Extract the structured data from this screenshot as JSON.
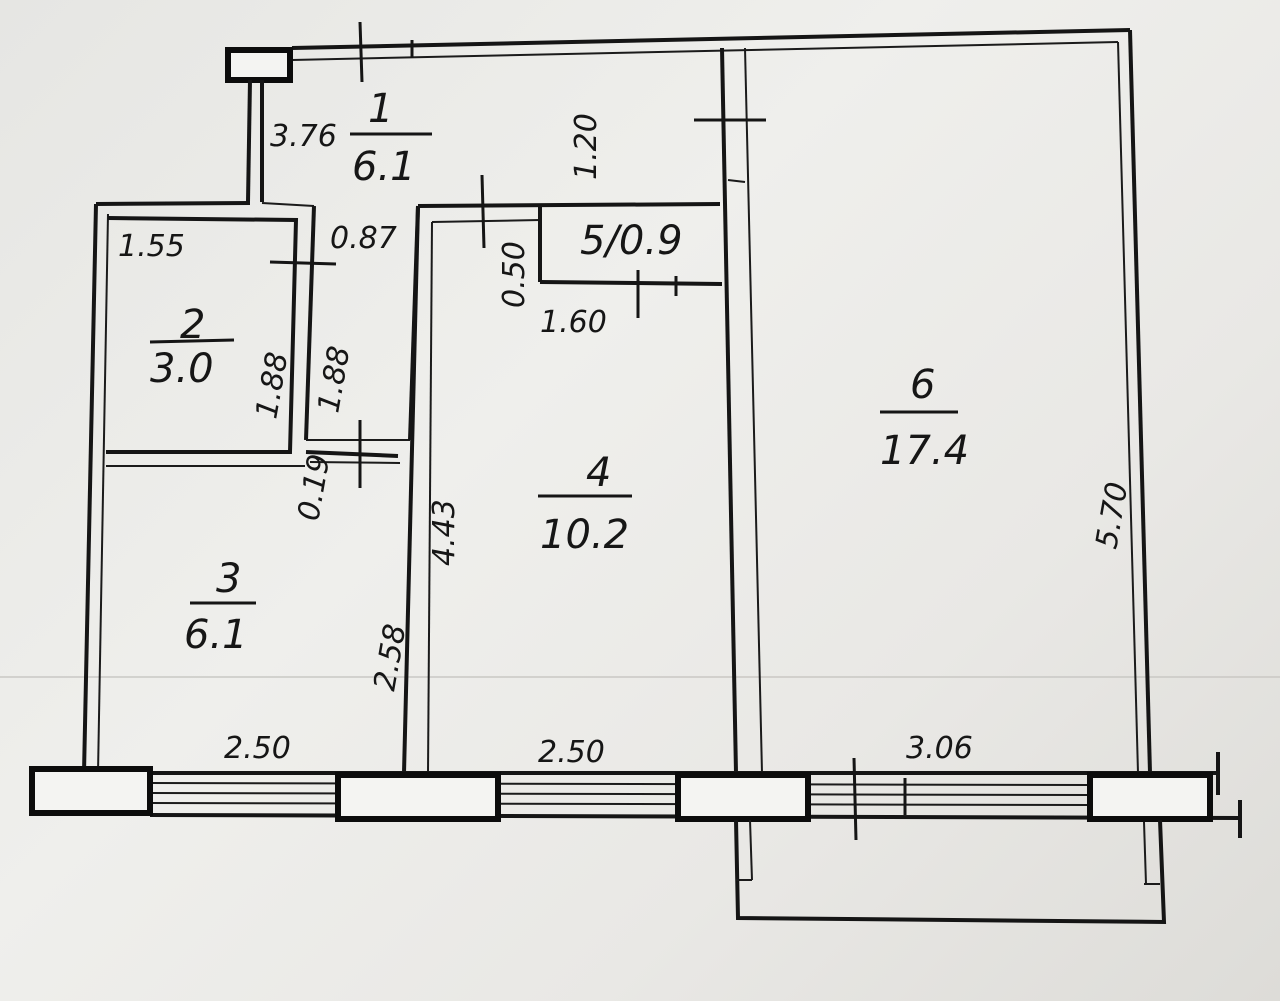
{
  "rooms": [
    {
      "number": "1",
      "area": "6.1"
    },
    {
      "number": "2",
      "area": "3.0"
    },
    {
      "number": "3",
      "area": "6.1"
    },
    {
      "number": "4",
      "area": "10.2"
    },
    {
      "number": "5/0.9"
    },
    {
      "number": "6",
      "area": "17.4"
    }
  ],
  "dimensions": {
    "d376": "3.76",
    "d120": "1.20",
    "d155": "1.55",
    "d087": "0.87",
    "d050": "0.50",
    "d160": "1.60",
    "d188a": "1.88",
    "d188b": "1.88",
    "d019": "0.19",
    "d443": "4.43",
    "d258": "2.58",
    "d570": "5.70",
    "d250a": "2.50",
    "d250b": "2.50",
    "d306": "3.06"
  }
}
